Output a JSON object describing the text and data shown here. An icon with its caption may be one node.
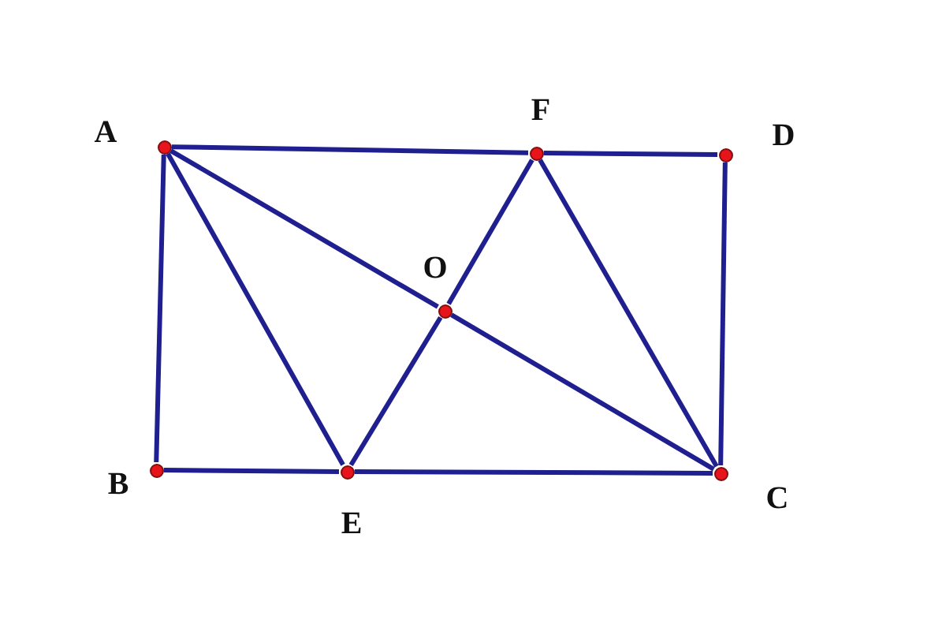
{
  "diagram": {
    "nodes": [
      {
        "text": [
          "A"
        ]
      },
      {
        "text": [
          "F"
        ]
      },
      {
        "text": [
          "D"
        ]
      },
      {
        "text": [
          "O"
        ]
      },
      {
        "text": [
          "B"
        ]
      },
      {
        "text": [
          "E"
        ]
      },
      {
        "text": [
          "C"
        ]
      }
    ],
    "edges": [
      {
        "from": 0,
        "to": 1,
        "arrow": "none"
      },
      {
        "from": 1,
        "to": 2,
        "arrow": "none"
      },
      {
        "from": 2,
        "to": 6,
        "arrow": "none"
      },
      {
        "from": 6,
        "to": 5,
        "arrow": "none"
      },
      {
        "from": 5,
        "to": 4,
        "arrow": "none"
      },
      {
        "from": 4,
        "to": 0,
        "arrow": "none"
      },
      {
        "from": 0,
        "to": 5,
        "arrow": "none"
      },
      {
        "from": 5,
        "to": 3,
        "arrow": "none"
      },
      {
        "from": 3,
        "to": 1,
        "arrow": "none"
      },
      {
        "from": 1,
        "to": 6,
        "arrow": "none"
      },
      {
        "from": 0,
        "to": 3,
        "arrow": "none"
      },
      {
        "from": 3,
        "to": 6,
        "arrow": "none"
      }
    ]
  }
}
